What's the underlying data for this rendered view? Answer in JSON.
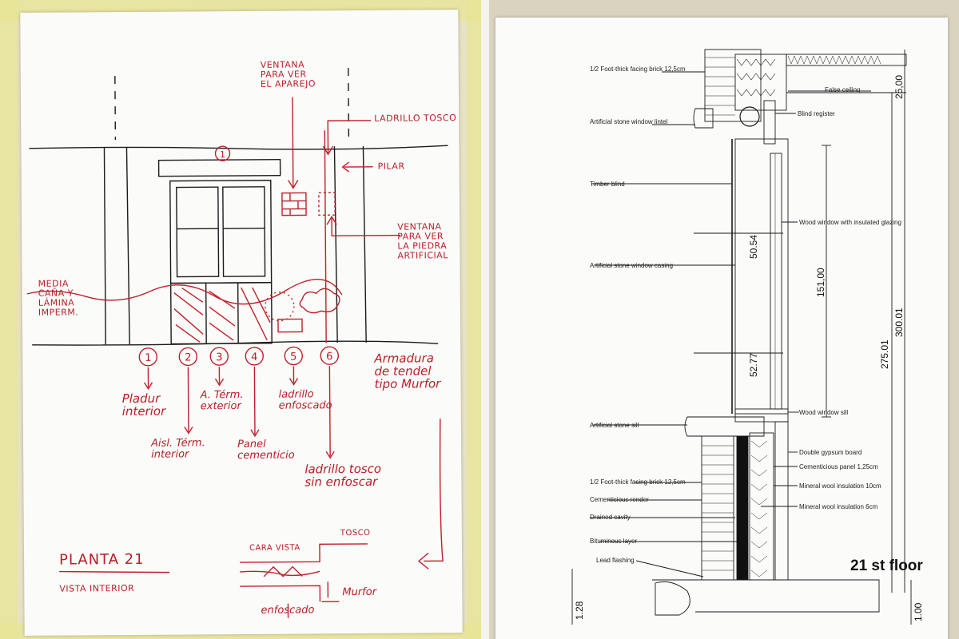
{
  "sketch": {
    "ventana_aparejo": [
      "VENTANA",
      "PARA VER",
      "EL APAREJO"
    ],
    "ladrillo_tosco": "LADRILLO TOSCO",
    "pilar": "PILAR",
    "ventana_piedra": [
      "VENTANA",
      "PARA VER",
      "LA PIEDRA",
      "ARTIFICIAL"
    ],
    "media_cana": [
      "MEDIA",
      "CAÑA Y",
      "LÁMINA",
      "IMPERM."
    ],
    "armadura": [
      "Armadura",
      "de tendel",
      "tipo Murfor"
    ],
    "top_number": "1",
    "layer_numbers": [
      "1",
      "2",
      "3",
      "4",
      "5",
      "6"
    ],
    "layers": {
      "l1": [
        "Pladur",
        "interior"
      ],
      "l2": [
        "Aisl. Térm.",
        "interior"
      ],
      "l3": [
        "A. Térm.",
        "exterior"
      ],
      "l4": [
        "Panel",
        "cementicio"
      ],
      "l5": [
        "ladrillo",
        "enfoscado"
      ],
      "l6": [
        "ladrillo tosco",
        "sin enfoscar"
      ]
    },
    "planta": "PLANTA 21",
    "vista": "VISTA INTERIOR",
    "cara_vista": "CARA VISTA",
    "tosco": "TOSCO",
    "murfor": "Murfor",
    "enfoscado": "enfoscado"
  },
  "section": {
    "labels_left": {
      "brick_top": "1/2 Foot-thick facing brick 12,5cm",
      "lintel": "Artificial stone window lintel",
      "timber_blind": "Timber blind",
      "casing": "Artificial stone window casing",
      "sill": "Artificial stone sill",
      "brick_bottom": "1/2 Foot-thick facing brick 12,5cm",
      "render": "Cementicious render",
      "cavity": "Drained cavity",
      "bituminous": "Bituminous layer",
      "flashing": "Lead flashing"
    },
    "labels_right": {
      "false_ceiling": "False ceiling",
      "blind_register": "Blind register",
      "wood_window": "Wood window with insulated glazing",
      "window_sill": "Wood window sill",
      "gypsum": "Double gypsum board",
      "cement_panel": "Cementicious panel 1,25cm",
      "wool10": "Mineral wool insulation 10cm",
      "wool6": "Mineral wool insulation 6cm"
    },
    "dims": {
      "d2500": "25,00",
      "d5054": "50.54",
      "d5277": "52.77",
      "d15100": "151,00",
      "d27501": "275.01",
      "d30001": "300.01",
      "d128": "1.28",
      "d100": "1.00"
    },
    "floor_label": "21 st floor"
  },
  "colors": {
    "ink_red": "#c0202a",
    "ink_black": "#1a1a1a",
    "paper": "#fbfbfa",
    "tape": "#e8e496"
  }
}
